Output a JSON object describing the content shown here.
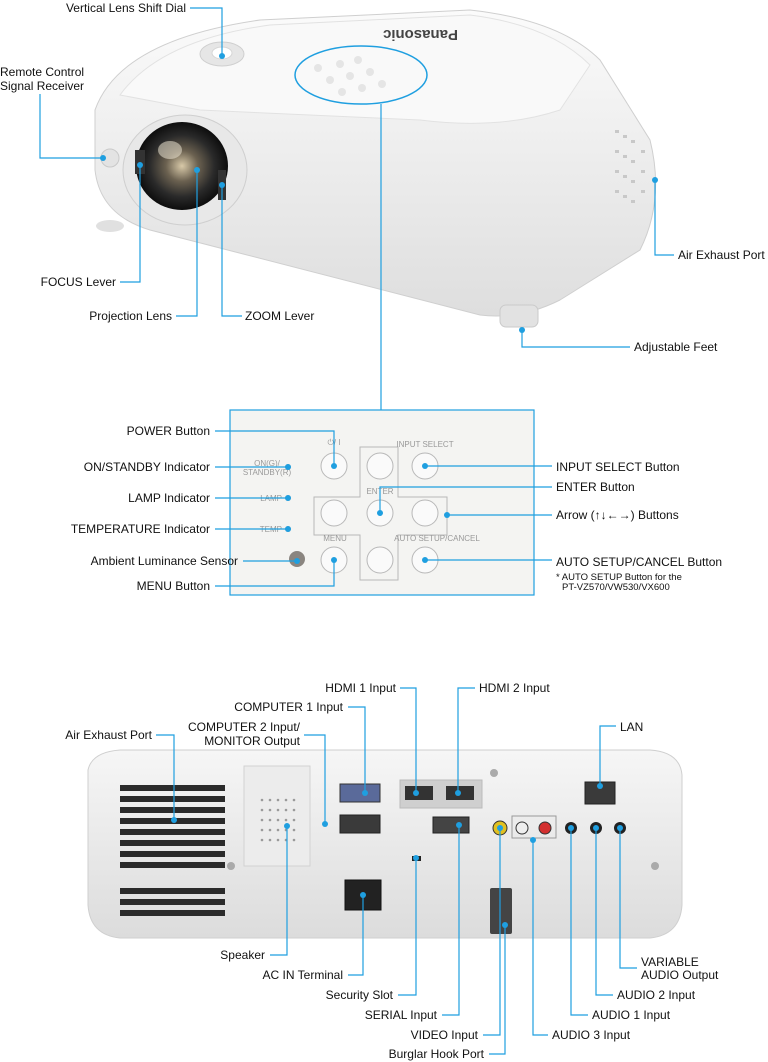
{
  "top_labels": {
    "vertical_lens_shift_dial": "Vertical Lens Shift Dial",
    "remote_control_signal_receiver_1": "Remote Control",
    "remote_control_signal_receiver_2": "Signal Receiver",
    "air_exhaust_port": "Air Exhaust Port",
    "focus_lever": "FOCUS Lever",
    "projection_lens": "Projection Lens",
    "zoom_lever": "ZOOM Lever",
    "adjustable_feet": "Adjustable Feet",
    "brand": "Panasonic"
  },
  "panel_labels": {
    "power_button": "POWER Button",
    "on_standby_indicator": "ON/STANDBY Indicator",
    "lamp_indicator": "LAMP Indicator",
    "temperature_indicator": "TEMPERATURE Indicator",
    "ambient_luminance_sensor": "Ambient Luminance Sensor",
    "menu_button": "MENU Button",
    "input_select_button": "INPUT SELECT Button",
    "enter_button": "ENTER Button",
    "arrow_buttons": "Arrow (↑↓←→) Buttons",
    "auto_setup_cancel_button": "AUTO SETUP/CANCEL Button",
    "note_1": "* AUTO SETUP Button for the",
    "note_2": "PT-VZ570/VW530/VX600"
  },
  "panel_print": {
    "power_symbol": "⏻/ I",
    "on_g": "ON(G)/",
    "standby_r": "STANDBY(R)",
    "lamp": "LAMP",
    "temp": "TEMP",
    "input_select": "INPUT SELECT",
    "enter": "ENTER",
    "menu": "MENU",
    "auto_setup_cancel": "AUTO SETUP/CANCEL"
  },
  "rear_labels": {
    "hdmi1_input": "HDMI 1 Input",
    "hdmi2_input": "HDMI 2 Input",
    "computer1_input": "COMPUTER 1 Input",
    "computer2_input_1": "COMPUTER 2 Input/",
    "computer2_input_2": "MONITOR Output",
    "lan": "LAN",
    "air_exhaust_port": "Air Exhaust Port",
    "speaker": "Speaker",
    "ac_in_terminal": "AC IN Terminal",
    "security_slot": "Security Slot",
    "serial_input": "SERIAL Input",
    "video_input": "VIDEO Input",
    "burglar_hook_port": "Burglar Hook Port",
    "variable_audio_output_1": "VARIABLE",
    "variable_audio_output_2": "AUDIO Output",
    "audio2_input": "AUDIO 2 Input",
    "audio1_input": "AUDIO 1 Input",
    "audio3_input": "AUDIO 3 Input"
  },
  "colors": {
    "leader": "#1f9fe0",
    "projector_body": "#f2f2f2",
    "panel_bg": "#f4f4f2"
  }
}
